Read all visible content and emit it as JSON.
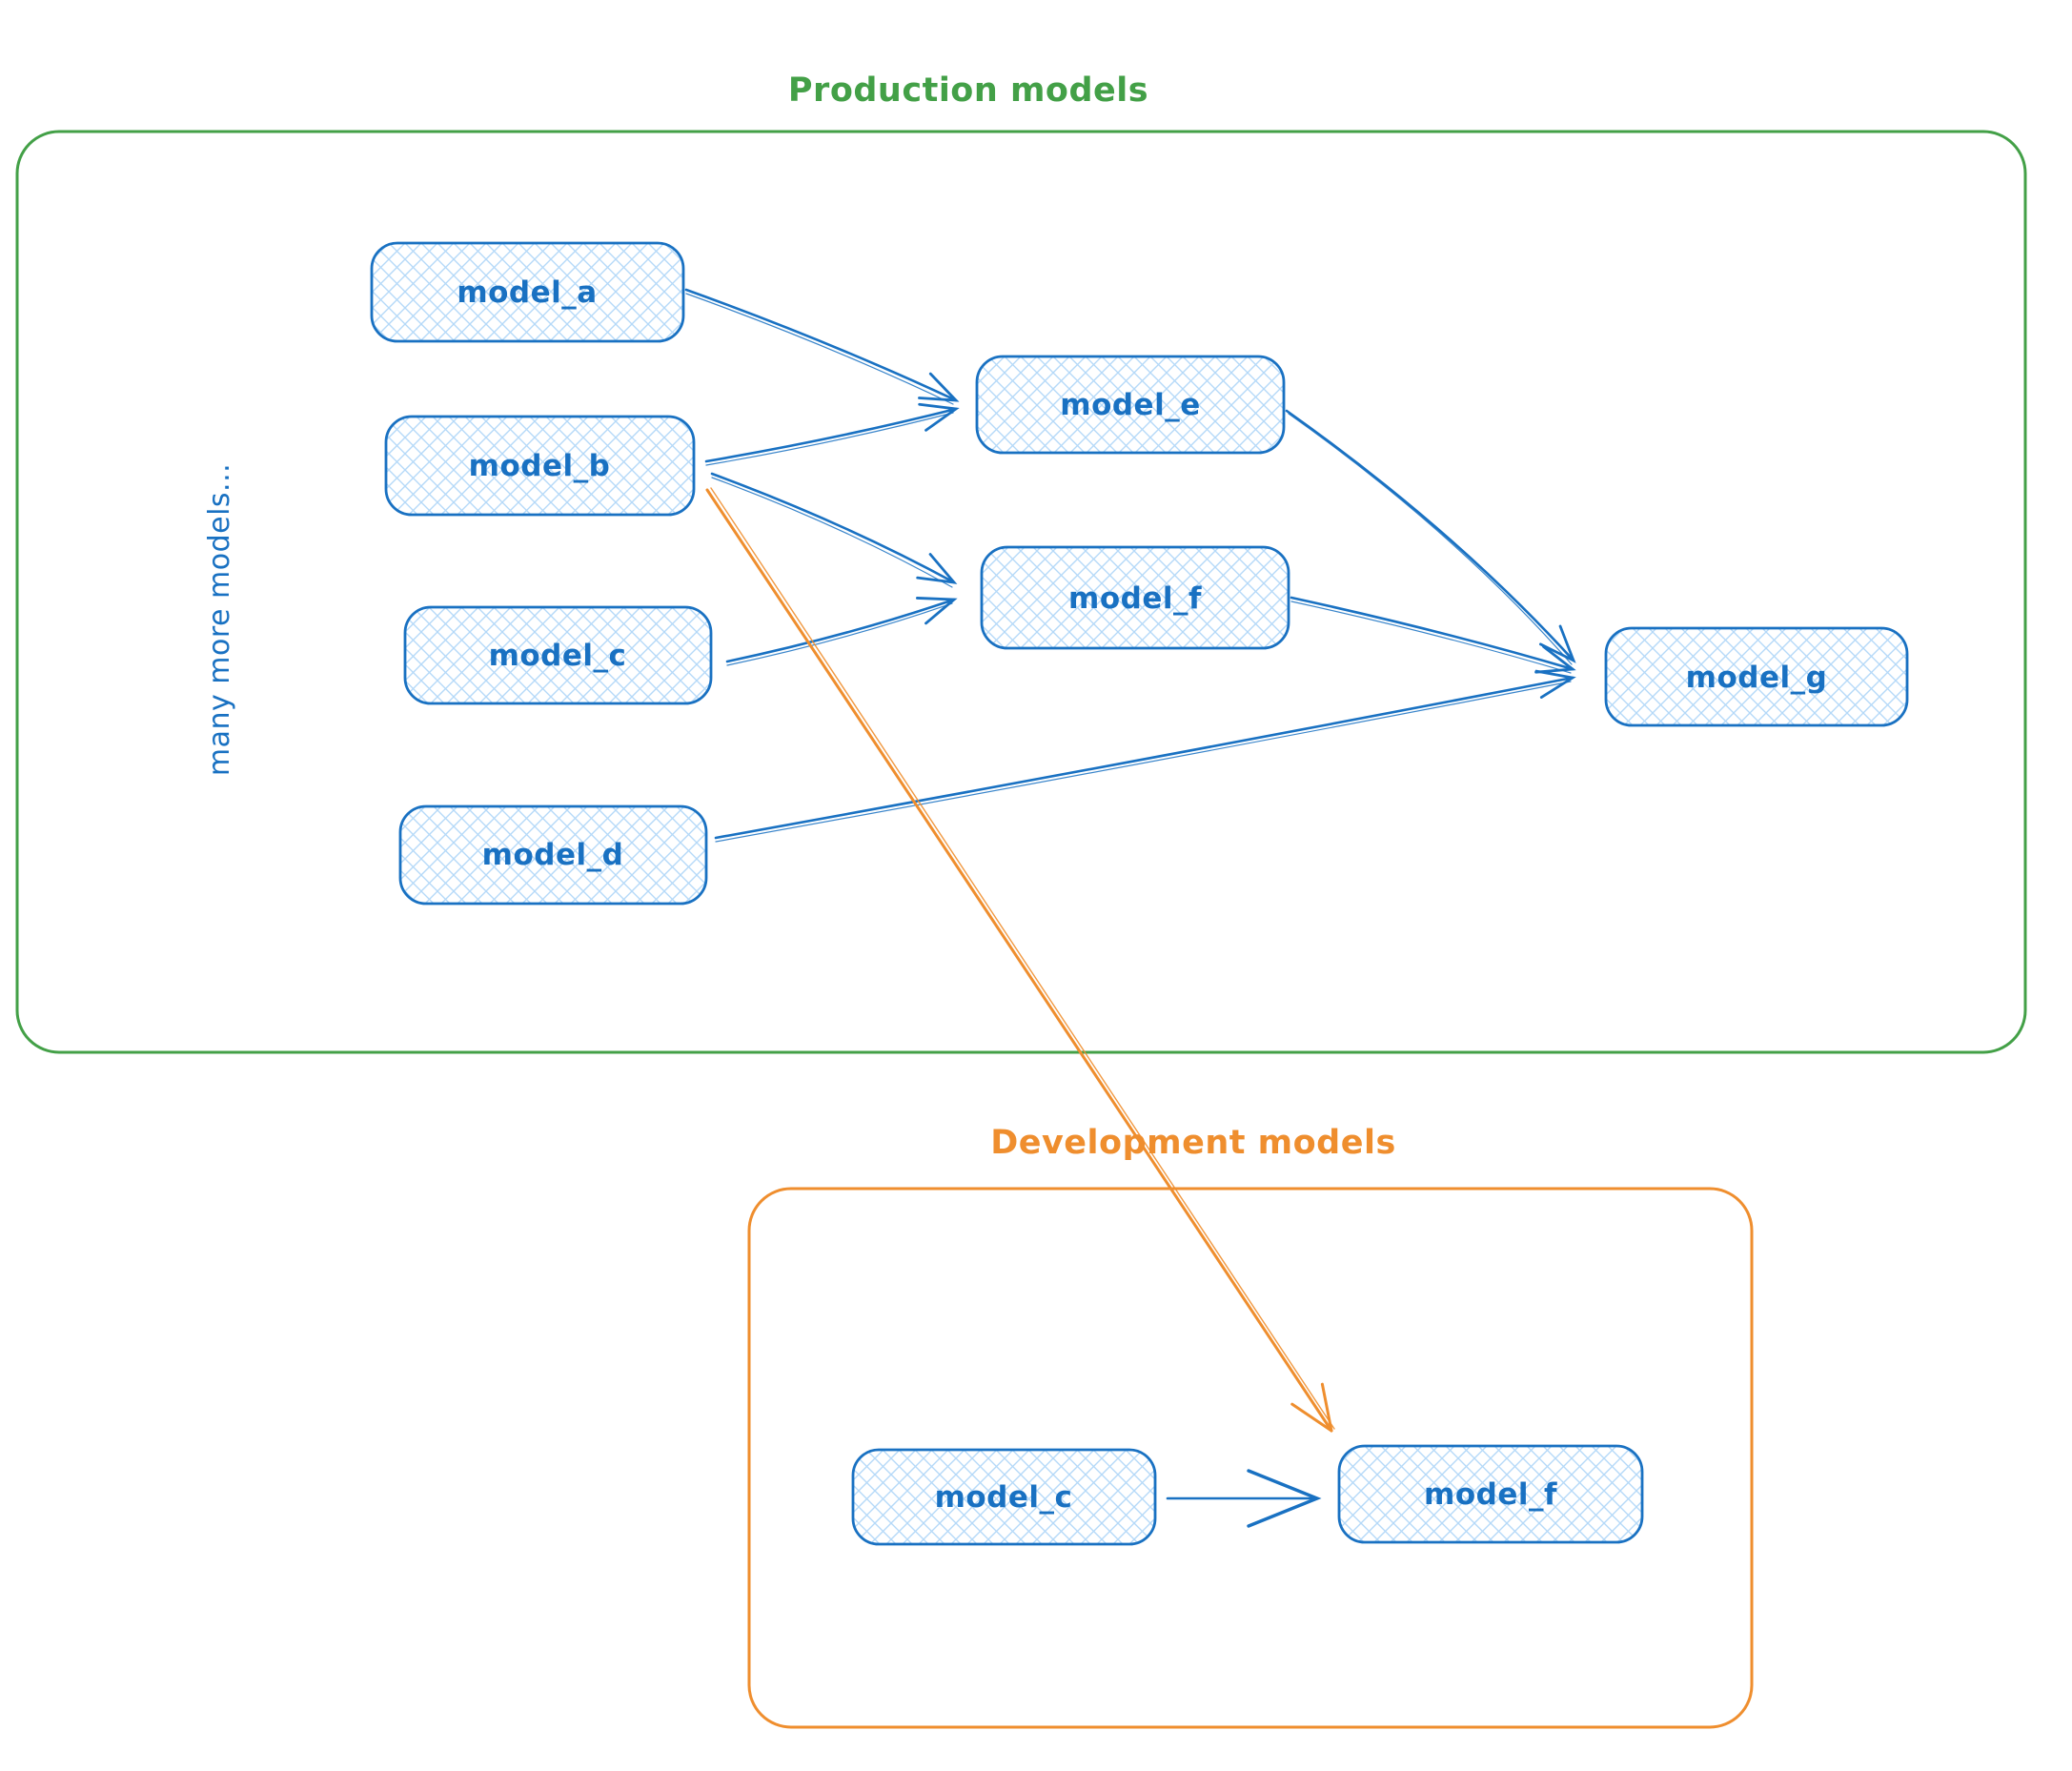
{
  "colors": {
    "blue": "#1971c2",
    "light_blue_hatch": "#b5d9f8",
    "green": "#43a047",
    "orange": "#ef8e2e"
  },
  "production": {
    "title": "Production models",
    "side_note": "many more models..."
  },
  "development": {
    "title": "Development models"
  },
  "nodes": {
    "model_a": {
      "label": "model_a"
    },
    "model_b": {
      "label": "model_b"
    },
    "model_c": {
      "label": "model_c"
    },
    "model_d": {
      "label": "model_d"
    },
    "model_e": {
      "label": "model_e"
    },
    "model_f": {
      "label": "model_f"
    },
    "model_g": {
      "label": "model_g"
    },
    "dev_model_c": {
      "label": "model_c"
    },
    "dev_model_f": {
      "label": "model_f"
    }
  },
  "edges": [
    {
      "from": "model_a",
      "to": "model_e",
      "color": "blue"
    },
    {
      "from": "model_b",
      "to": "model_e",
      "color": "blue"
    },
    {
      "from": "model_b",
      "to": "model_f",
      "color": "blue"
    },
    {
      "from": "model_c",
      "to": "model_f",
      "color": "blue"
    },
    {
      "from": "model_e",
      "to": "model_g",
      "color": "blue"
    },
    {
      "from": "model_f",
      "to": "model_g",
      "color": "blue"
    },
    {
      "from": "model_d",
      "to": "model_g",
      "color": "blue"
    },
    {
      "from": "model_b",
      "to": "dev_model_f",
      "color": "orange"
    },
    {
      "from": "dev_model_c",
      "to": "dev_model_f",
      "color": "blue"
    }
  ]
}
